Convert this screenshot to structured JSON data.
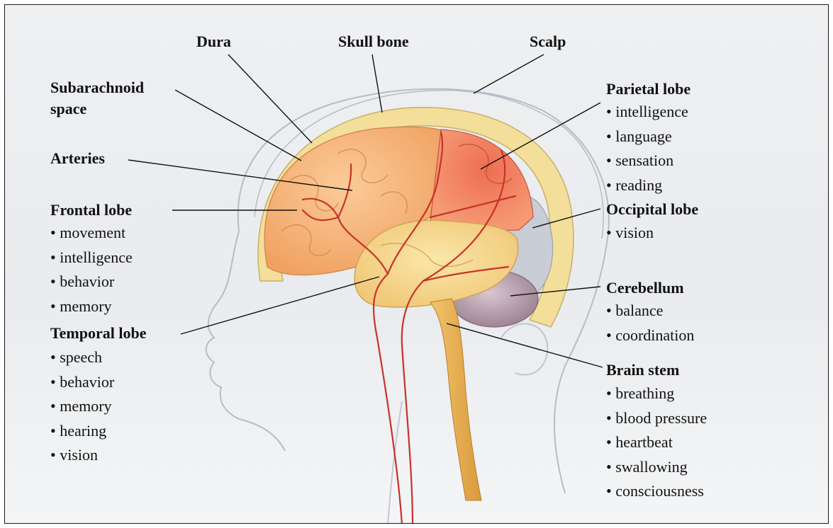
{
  "labels": {
    "dura": "Dura",
    "skull_bone": "Skull bone",
    "scalp": "Scalp",
    "subarachnoid_line1": "Subarachnoid",
    "subarachnoid_line2": "space",
    "arteries": "Arteries",
    "frontal_lobe": {
      "title": "Frontal lobe",
      "items": [
        "movement",
        "intelligence",
        "behavior",
        "memory"
      ]
    },
    "temporal_lobe": {
      "title": "Temporal lobe",
      "items": [
        "speech",
        "behavior",
        "memory",
        "hearing",
        "vision"
      ]
    },
    "parietal_lobe": {
      "title": "Parietal lobe",
      "items": [
        "intelligence",
        "language",
        "sensation",
        "reading"
      ]
    },
    "occipital_lobe": {
      "title": "Occipital lobe",
      "items": [
        "vision"
      ]
    },
    "cerebellum": {
      "title": "Cerebellum",
      "items": [
        "balance",
        "coordination"
      ]
    },
    "brain_stem": {
      "title": "Brain stem",
      "items": [
        "breathing",
        "blood pressure",
        "heartbeat",
        "swallowing",
        "consciousness"
      ]
    }
  },
  "colors": {
    "frontal": "#f5b27a",
    "parietal": "#e8604a",
    "temporal": "#f7d98c",
    "occipital": "#c9cdd6",
    "cerebellum": "#b8a3b0",
    "brain_stem": "#e3a94c",
    "arteries": "#c8322a",
    "skull": "#f2dd97",
    "leader_lines": "#111111"
  }
}
